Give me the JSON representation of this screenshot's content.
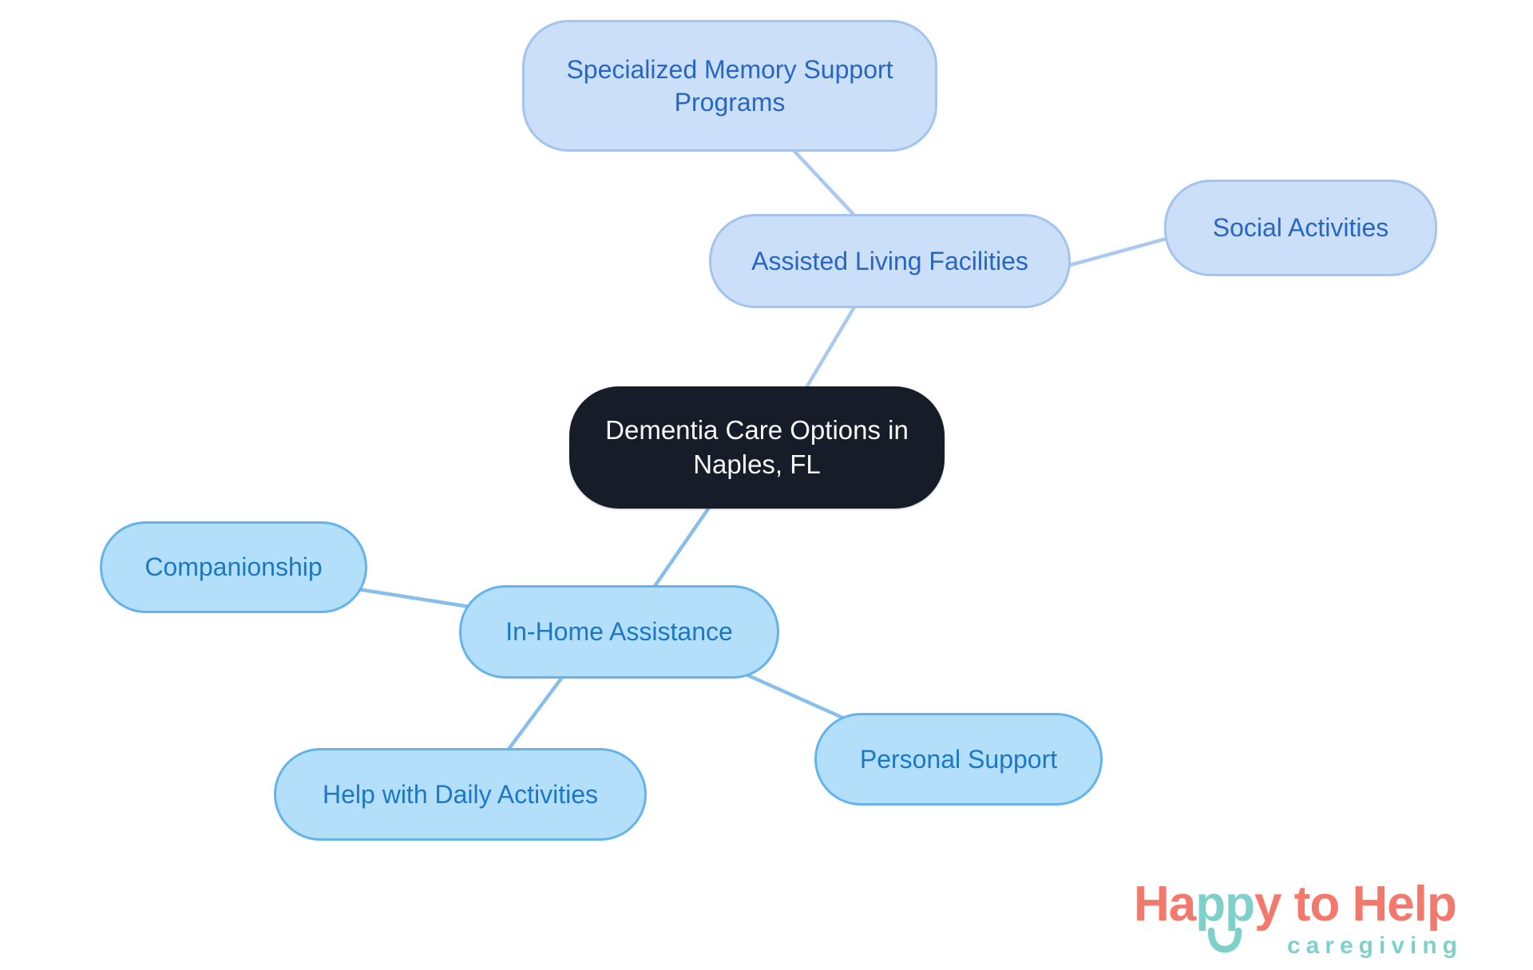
{
  "diagram": {
    "title": "Dementia care options mind map",
    "nodes": {
      "root": "Dementia Care Options in Naples, FL",
      "assisted": "Assisted Living Facilities",
      "specialized": "Specialized Memory Support Programs",
      "social": "Social Activities",
      "inhome": "In-Home Assistance",
      "companionship": "Companionship",
      "help_daily": "Help with Daily Activities",
      "personal": "Personal Support"
    },
    "hierarchy": {
      "root": "Dementia Care Options in Naples, FL",
      "children": [
        {
          "label": "Assisted Living Facilities",
          "children": [
            "Specialized Memory Support Programs",
            "Social Activities"
          ]
        },
        {
          "label": "In-Home Assistance",
          "children": [
            "Companionship",
            "Help with Daily Activities",
            "Personal Support"
          ]
        }
      ]
    },
    "colors": {
      "background": "#FFFFFF",
      "root_fill": "#161C28",
      "root_text": "#F8F9FA",
      "branch1_fill": "#CBDFF8",
      "branch1_border": "#A3C4F0",
      "branch1_text": "#2767C4",
      "branch1_line": "#A9C9F1",
      "branch2_fill": "#B3DFFA",
      "branch2_border": "#64B4EB",
      "branch2_text": "#1B78C5",
      "branch2_line": "#88BEEB"
    }
  },
  "logo": {
    "part1": "Ha",
    "part2": "pp",
    "part3": "y to Help",
    "tagline": "caregiving",
    "coral": "#F2796C",
    "teal": "#7ED1CB",
    "smile_icon": "smile-arc"
  }
}
